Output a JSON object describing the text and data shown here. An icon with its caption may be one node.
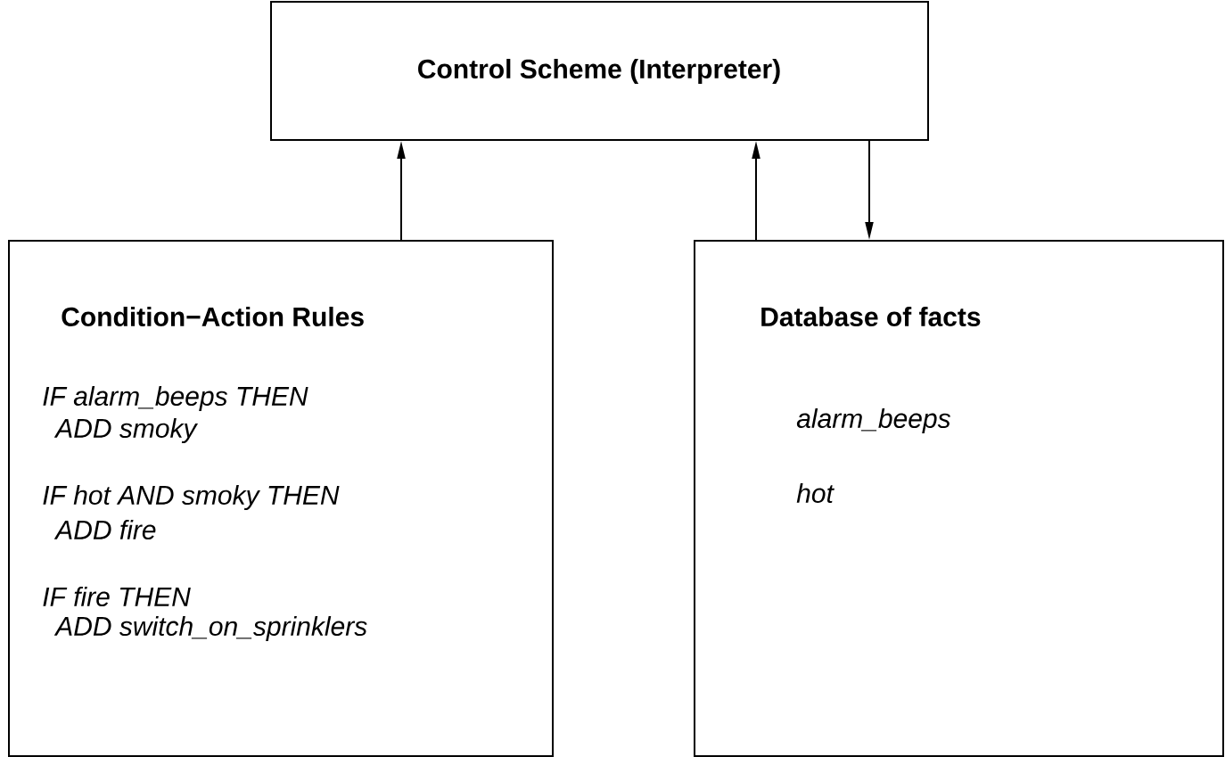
{
  "diagram": {
    "nodes": [
      {
        "text": [
          "Control Scheme (Interpreter)"
        ]
      },
      {
        "text": [
          "Condition−Action Rules",
          "IF alarm_beeps THEN",
          "ADD smoky",
          "IF hot AND smoky THEN",
          "ADD fire",
          "IF fire THEN",
          "ADD switch_on_sprinklers"
        ]
      },
      {
        "text": [
          "Database of facts",
          "alarm_beeps",
          "hot"
        ]
      }
    ],
    "edges": [
      {
        "from": 1,
        "to": 0,
        "arrow": "to"
      },
      {
        "from": 2,
        "to": 0,
        "arrow": "to"
      },
      {
        "from": 0,
        "to": 2,
        "arrow": "to"
      }
    ]
  }
}
